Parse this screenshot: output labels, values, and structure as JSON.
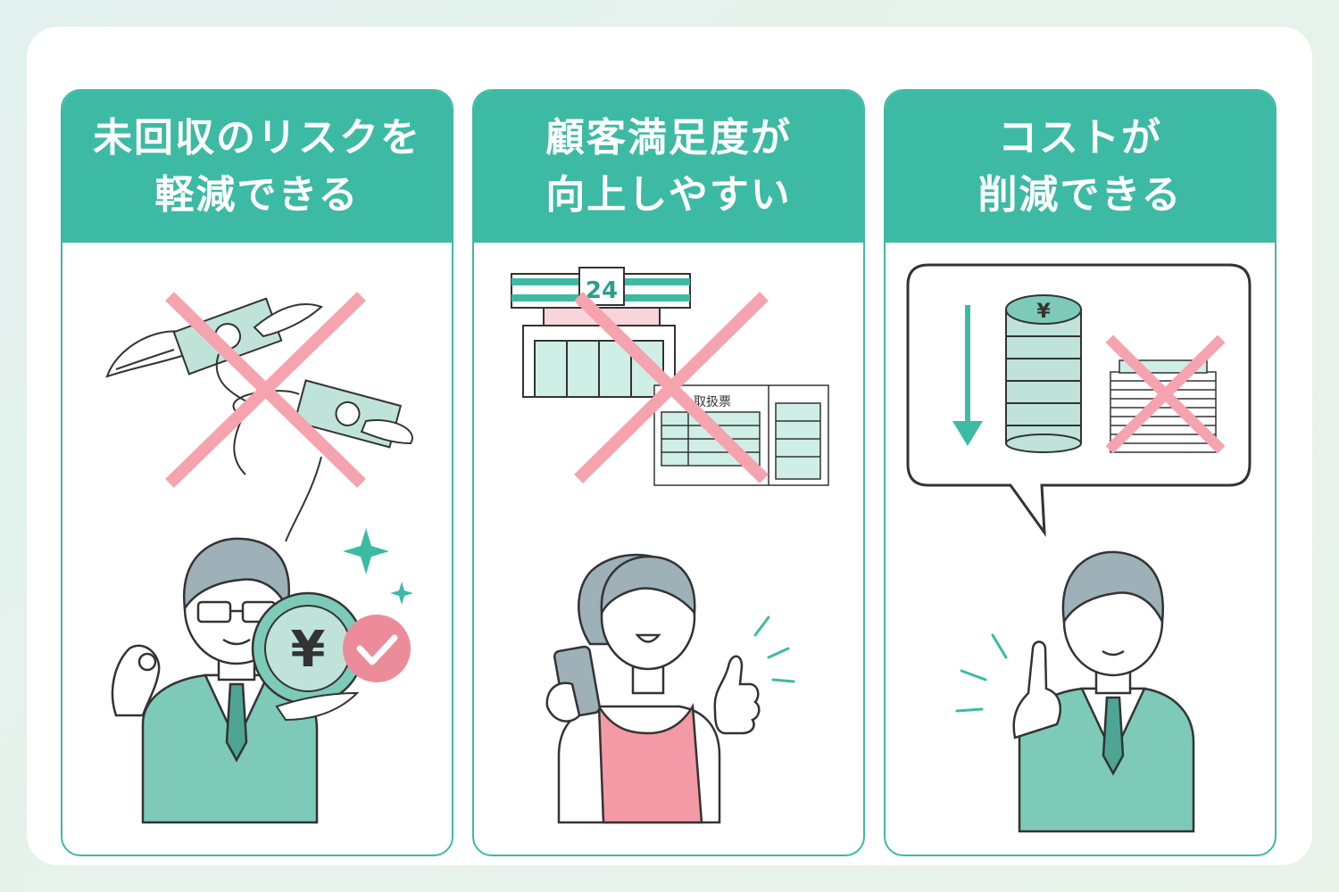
{
  "colors": {
    "teal": "#3dbaa4",
    "suit": "#7ccab7",
    "pink_cross": "#f5a3ae",
    "hair": "#9eb0b8",
    "apron": "#f49aa6",
    "line": "#333333"
  },
  "cards": [
    {
      "title_line1": "未回収のリスクを",
      "title_line2": "軽減できる",
      "icons": [
        "flying-money-icon",
        "red-x-icon",
        "businessman-icon",
        "yen-coin-icon",
        "check-badge-icon",
        "sparkle-icon"
      ]
    },
    {
      "title_line1": "顧客満足度が",
      "title_line2": "向上しやすい",
      "store_sign": "24",
      "slip_label": "込取扱票",
      "icons": [
        "convenience-store-icon",
        "payment-slip-icon",
        "red-x-icon",
        "woman-smartphone-icon",
        "thumbs-up-icon"
      ]
    },
    {
      "title_line1": "コストが",
      "title_line2": "削減できる",
      "coin_symbol": "¥",
      "icons": [
        "speech-bubble-icon",
        "down-arrow-icon",
        "coin-stack-icon",
        "paper-stack-icon",
        "red-x-icon",
        "businessman-pointing-icon"
      ]
    }
  ]
}
